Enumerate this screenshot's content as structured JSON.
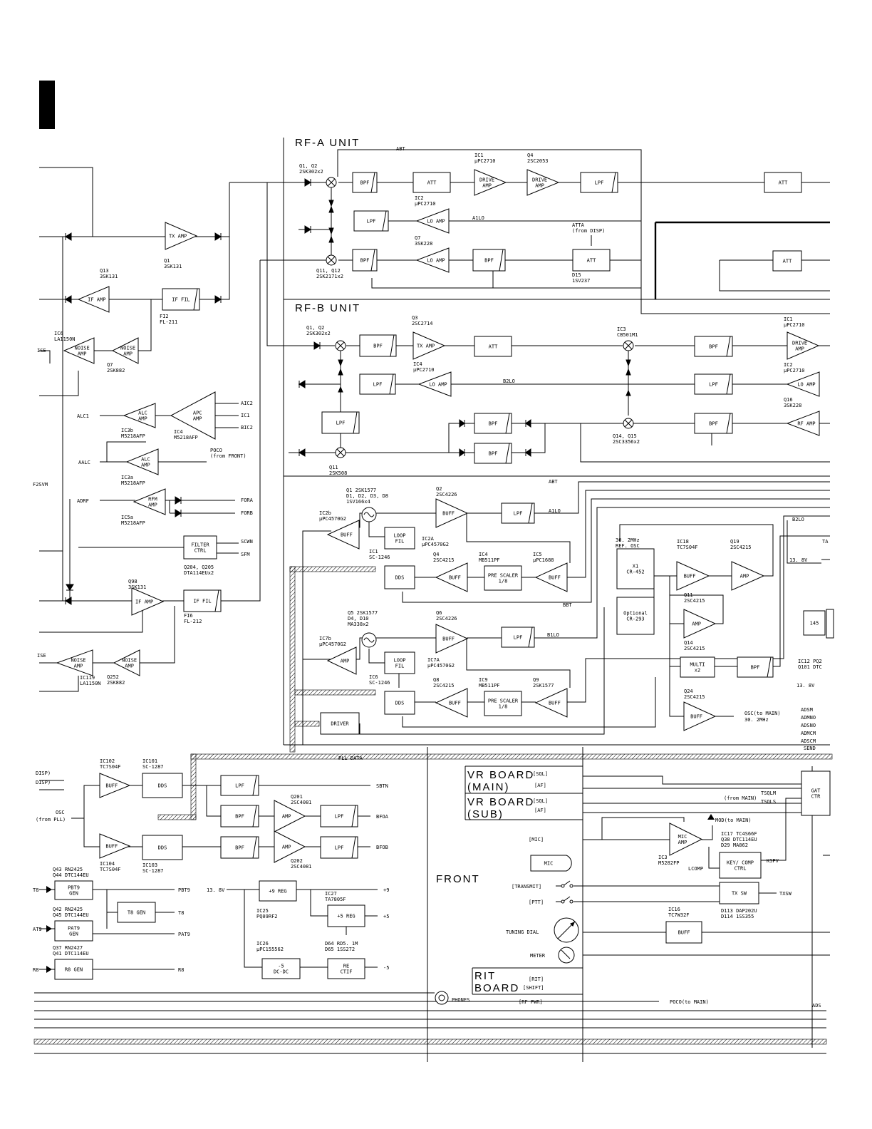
{
  "units": {
    "rf_a": "RF-A UNIT",
    "rf_b": "RF-B UNIT",
    "front": "FRONT"
  },
  "boards": {
    "vr_main": [
      "VR BOARD",
      "(MAIN)"
    ],
    "vr_sub": [
      "VR BOARD",
      "(SUB)"
    ],
    "rit": [
      "RIT",
      "BOARD"
    ]
  },
  "blocks": [
    {
      "id": "a_bpf1",
      "label": "BPF"
    },
    {
      "id": "a_att1",
      "label": "ATT"
    },
    {
      "id": "a_drive1",
      "label": "DRIVE AMP"
    },
    {
      "id": "a_drive2",
      "label": "DRIVE AMP"
    },
    {
      "id": "a_lpf1",
      "label": "LPF"
    },
    {
      "id": "a_att_r",
      "label": "ATT"
    },
    {
      "id": "a_lpf2",
      "label": "LPF"
    },
    {
      "id": "a_loamp1",
      "label": "LO AMP"
    },
    {
      "id": "a_bpf2",
      "label": "BPF"
    },
    {
      "id": "a_loamp2",
      "label": "LO AMP"
    },
    {
      "id": "a_bpf3",
      "label": "BPF"
    },
    {
      "id": "a_att2",
      "label": "ATT"
    },
    {
      "id": "a_att_r2",
      "label": "ATT"
    },
    {
      "id": "b_bpf1",
      "label": "BPF"
    },
    {
      "id": "b_txamp",
      "label": "TX AMP"
    },
    {
      "id": "b_att",
      "label": "ATT"
    },
    {
      "id": "b_bpf_r",
      "label": "BPF"
    },
    {
      "id": "b_drive",
      "label": "DRIVE AMP"
    },
    {
      "id": "b_lpf1",
      "label": "LPF"
    },
    {
      "id": "b_loamp",
      "label": "LO AMP"
    },
    {
      "id": "b_lpf_r",
      "label": "LPF"
    },
    {
      "id": "b_loamp_r",
      "label": "LO AMP"
    },
    {
      "id": "b_lpf2",
      "label": "LPF"
    },
    {
      "id": "b_bpf2",
      "label": "BPF"
    },
    {
      "id": "b_bpf3",
      "label": "BPF"
    },
    {
      "id": "b_bpf_r2",
      "label": "BPF"
    },
    {
      "id": "b_rfamp",
      "label": "RF AMP"
    },
    {
      "id": "l_txamp",
      "label": "TX AMP"
    },
    {
      "id": "l_ifamp1",
      "label": "IF AMP"
    },
    {
      "id": "l_iffil1",
      "label": "IF FIL"
    },
    {
      "id": "l_noise1",
      "label": "NOISE AMP"
    },
    {
      "id": "l_noise2",
      "label": "NOISE AMP"
    },
    {
      "id": "l_alc1",
      "label": "ALC AMP"
    },
    {
      "id": "l_apc",
      "label": "APC AMP"
    },
    {
      "id": "l_alc2",
      "label": "ALC AMP"
    },
    {
      "id": "l_rfm",
      "label": "RFM AMP"
    },
    {
      "id": "l_filter",
      "label": "FILTER CTRL"
    },
    {
      "id": "l_ifamp2",
      "label": "IF AMP"
    },
    {
      "id": "l_iffil2",
      "label": "IF FIL"
    },
    {
      "id": "l_noise3",
      "label": "NOISE AMP"
    },
    {
      "id": "l_noise4",
      "label": "NOISE AMP"
    },
    {
      "id": "p_buff1",
      "label": "BUFF"
    },
    {
      "id": "p_loop1",
      "label": "LOOP FIL"
    },
    {
      "id": "p_buff2",
      "label": "BUFF"
    },
    {
      "id": "p_lpf1",
      "label": "LPF"
    },
    {
      "id": "p_dds1",
      "label": "DDS"
    },
    {
      "id": "p_buff3",
      "label": "BUFF"
    },
    {
      "id": "p_pre1",
      "label": "PRE SCALER 1/8"
    },
    {
      "id": "p_buff4",
      "label": "BUFF"
    },
    {
      "id": "p_amp1",
      "label": "AMP"
    },
    {
      "id": "p_loop2",
      "label": "LOOP FIL"
    },
    {
      "id": "p_buff5",
      "label": "BUFF"
    },
    {
      "id": "p_lpf2",
      "label": "LPF"
    },
    {
      "id": "p_dds2",
      "label": "DDS"
    },
    {
      "id": "p_buff6",
      "label": "BUFF"
    },
    {
      "id": "p_pre2",
      "label": "PRE SCALER 1/8"
    },
    {
      "id": "p_buff7",
      "label": "BUFF"
    },
    {
      "id": "p_driver",
      "label": "DRIVER"
    },
    {
      "id": "o_x1",
      "label": "X1 CR-452"
    },
    {
      "id": "o_opt",
      "label": "Optional CR-293"
    },
    {
      "id": "o_buff1",
      "label": "BUFF"
    },
    {
      "id": "o_amp1",
      "label": "AMP"
    },
    {
      "id": "o_amp2",
      "label": "AMP"
    },
    {
      "id": "o_multi",
      "label": "MULTI x2"
    },
    {
      "id": "o_bpf",
      "label": "BPF"
    },
    {
      "id": "o_buff2",
      "label": "BUFF"
    },
    {
      "id": "d_buff1",
      "label": "BUFF"
    },
    {
      "id": "d_dds1",
      "label": "DDS"
    },
    {
      "id": "d_lpf1",
      "label": "LPF"
    },
    {
      "id": "d_bpf1",
      "label": "BPF"
    },
    {
      "id": "d_amp1",
      "label": "AMP"
    },
    {
      "id": "d_lpf2",
      "label": "LPF"
    },
    {
      "id": "d_buff2",
      "label": "BUFF"
    },
    {
      "id": "d_dds2",
      "label": "DDS"
    },
    {
      "id": "d_bpf2",
      "label": "BPF"
    },
    {
      "id": "d_amp2",
      "label": "AMP"
    },
    {
      "id": "d_lpf3",
      "label": "LPF"
    },
    {
      "id": "g_pbt9",
      "label": "PBT9 GEN"
    },
    {
      "id": "g_t8",
      "label": "T8 GEN"
    },
    {
      "id": "g_pat9",
      "label": "PAT9 GEN"
    },
    {
      "id": "g_r8",
      "label": "R8 GEN"
    },
    {
      "id": "r_9reg",
      "label": "+9 REG"
    },
    {
      "id": "r_5reg",
      "label": "+5 REG"
    },
    {
      "id": "r_dcdc",
      "label": "-5 DC-DC"
    },
    {
      "id": "r_rectif",
      "label": "RE CTIF"
    },
    {
      "id": "f_mic",
      "label": "MIC"
    },
    {
      "id": "f_micamp",
      "label": "MIC AMP"
    },
    {
      "id": "f_key",
      "label": "KEY/ COMP CTRL"
    },
    {
      "id": "f_txsw",
      "label": "TX SW"
    },
    {
      "id": "f_buff",
      "label": "BUFF"
    },
    {
      "id": "f_gat",
      "label": "GAT CTR"
    },
    {
      "id": "f_145",
      "label": "145"
    }
  ],
  "parts": [
    {
      "id": "a_q1q2",
      "lines": [
        "Q1, Q2",
        "2SK302x2"
      ]
    },
    {
      "id": "a_ic1",
      "lines": [
        "IC1",
        "μPC2710"
      ]
    },
    {
      "id": "a_q4",
      "lines": [
        "Q4",
        "2SC2053"
      ]
    },
    {
      "id": "a_ic2",
      "lines": [
        "IC2",
        "μPC2710"
      ]
    },
    {
      "id": "a_q7",
      "lines": [
        "Q7",
        "3SK228"
      ]
    },
    {
      "id": "a_q11",
      "lines": [
        "Q11, Q12",
        "2SK2171x2"
      ]
    },
    {
      "id": "a_d15",
      "lines": [
        "D15",
        "1SV237"
      ]
    },
    {
      "id": "a_atta",
      "lines": [
        "ATTA",
        "(from DISP)"
      ]
    },
    {
      "id": "b_q1q2",
      "lines": [
        "Q1, Q2",
        "2SK302x2"
      ]
    },
    {
      "id": "b_q3",
      "lines": [
        "Q3",
        "2SC2714"
      ]
    },
    {
      "id": "b_ic4",
      "lines": [
        "IC4",
        "μPC2710"
      ]
    },
    {
      "id": "b_ic3",
      "lines": [
        "IC3",
        "CB501M1"
      ]
    },
    {
      "id": "b_ic1",
      "lines": [
        "IC1",
        "μPC2710"
      ]
    },
    {
      "id": "b_ic2",
      "lines": [
        "IC2",
        "μPC2710"
      ]
    },
    {
      "id": "b_q16",
      "lines": [
        "Q16",
        "3SK228"
      ]
    },
    {
      "id": "b_q11",
      "lines": [
        "Q11",
        "2SK508"
      ]
    },
    {
      "id": "b_q14",
      "lines": [
        "Q14, Q15",
        "2SC3356x2"
      ]
    },
    {
      "id": "l_q1",
      "lines": [
        "Q1",
        "3SK131"
      ]
    },
    {
      "id": "l_q13",
      "lines": [
        "Q13",
        "3SK131"
      ]
    },
    {
      "id": "l_fi2",
      "lines": [
        "FI2",
        "FL-211"
      ]
    },
    {
      "id": "l_ic6",
      "lines": [
        "IC6",
        "LA1150N"
      ]
    },
    {
      "id": "l_q7",
      "lines": [
        "Q7",
        "2SK882"
      ]
    },
    {
      "id": "l_ic3b",
      "lines": [
        "IC3b",
        "M5218AFP"
      ]
    },
    {
      "id": "l_ic4",
      "lines": [
        "IC4",
        "M5218AFP"
      ]
    },
    {
      "id": "l_ic3a",
      "lines": [
        "IC3a",
        "M5218AFP"
      ]
    },
    {
      "id": "l_ic5a",
      "lines": [
        "IC5a",
        "M5218AFP"
      ]
    },
    {
      "id": "l_q204",
      "lines": [
        "Q204, Q205",
        "DTA114EUx2"
      ]
    },
    {
      "id": "l_q98",
      "lines": [
        "Q98",
        "3SK131"
      ]
    },
    {
      "id": "l_fi6",
      "lines": [
        "FI6",
        "FL-212"
      ]
    },
    {
      "id": "l_ic119",
      "lines": [
        "IC119",
        "LA1150N"
      ]
    },
    {
      "id": "l_q252",
      "lines": [
        "Q252",
        "2SK882"
      ]
    },
    {
      "id": "p_q1",
      "lines": [
        "Q1 2SK1577",
        "D1, D2, D3, D8",
        "1SV166x4"
      ]
    },
    {
      "id": "p_q2",
      "lines": [
        "Q2",
        "2SC4226"
      ]
    },
    {
      "id": "p_ic2b",
      "lines": [
        "IC2b",
        "μPC4570G2"
      ]
    },
    {
      "id": "p_ic2a",
      "lines": [
        "IC2A",
        "μPC4570G2"
      ]
    },
    {
      "id": "p_ic1",
      "lines": [
        "IC1",
        "SC-1246"
      ]
    },
    {
      "id": "p_q4",
      "lines": [
        "Q4",
        "2SC4215"
      ]
    },
    {
      "id": "p_ic4",
      "lines": [
        "IC4",
        "MB511PF"
      ]
    },
    {
      "id": "p_ic5",
      "lines": [
        "IC5",
        "μPC1688"
      ]
    },
    {
      "id": "p_q5",
      "lines": [
        "Q5 2SK1577",
        "D4, D10",
        "MA338x2"
      ]
    },
    {
      "id": "p_q6",
      "lines": [
        "Q6",
        "2SC4226"
      ]
    },
    {
      "id": "p_ic7b",
      "lines": [
        "IC7b",
        "μPC4570G2"
      ]
    },
    {
      "id": "p_ic7a",
      "lines": [
        "IC7A",
        "μPC4570G2"
      ]
    },
    {
      "id": "p_ic6",
      "lines": [
        "IC6",
        "SC-1246"
      ]
    },
    {
      "id": "p_q8",
      "lines": [
        "Q8",
        "2SC4215"
      ]
    },
    {
      "id": "p_ic9",
      "lines": [
        "IC9",
        "MB511PF"
      ]
    },
    {
      "id": "p_q9",
      "lines": [
        "Q9",
        "2SK1577"
      ]
    },
    {
      "id": "o_ref",
      "lines": [
        "30. 2MHz",
        "REF. OSC"
      ]
    },
    {
      "id": "o_ic18",
      "lines": [
        "IC18",
        "TC7S04F"
      ]
    },
    {
      "id": "o_q19",
      "lines": [
        "Q19",
        "2SC4215"
      ]
    },
    {
      "id": "o_q11",
      "lines": [
        "Q11",
        "2SC4215"
      ]
    },
    {
      "id": "o_q14",
      "lines": [
        "Q14",
        "2SC4215"
      ]
    },
    {
      "id": "o_q24",
      "lines": [
        "Q24",
        "2SC4215"
      ]
    },
    {
      "id": "o_ic12",
      "lines": [
        "IC12 PQ2",
        "Q101 DTC"
      ]
    },
    {
      "id": "d_ic102",
      "lines": [
        "IC102",
        "TC7S04F"
      ]
    },
    {
      "id": "d_ic101",
      "lines": [
        "IC101",
        "SC-1287"
      ]
    },
    {
      "id": "d_q201",
      "lines": [
        "Q201",
        "2SC4081"
      ]
    },
    {
      "id": "d_ic104",
      "lines": [
        "IC104",
        "TC7S04F"
      ]
    },
    {
      "id": "d_ic103",
      "lines": [
        "IC103",
        "SC-1287"
      ]
    },
    {
      "id": "d_q202",
      "lines": [
        "Q202",
        "2SC4081"
      ]
    },
    {
      "id": "g_q43",
      "lines": [
        "Q43 RN2425",
        "Q44 DTC144EU"
      ]
    },
    {
      "id": "g_q42",
      "lines": [
        "Q42 RN2425",
        "Q45 DTC144EU"
      ]
    },
    {
      "id": "g_q37",
      "lines": [
        "Q37 RN2427",
        "Q41 DTC114EU"
      ]
    },
    {
      "id": "r_ic25",
      "lines": [
        "IC25",
        "PQ09RF2"
      ]
    },
    {
      "id": "r_ic27",
      "lines": [
        "IC27",
        "TA7805F"
      ]
    },
    {
      "id": "r_d64",
      "lines": [
        "D64 RD5. 1M",
        "D65 1SS272"
      ]
    },
    {
      "id": "r_ic26",
      "lines": [
        "IC26",
        "μPC155562"
      ]
    },
    {
      "id": "f_ic17",
      "lines": [
        "IC17 TC4S66F",
        "Q38 DTC114EU",
        "D29 MA862"
      ]
    },
    {
      "id": "f_ic3",
      "lines": [
        "IC3",
        "M5282FP"
      ]
    },
    {
      "id": "f_ic16",
      "lines": [
        "IC16",
        "TC7W32F"
      ]
    },
    {
      "id": "f_d113",
      "lines": [
        "D113 DAP202U",
        "D114 1SS355"
      ]
    }
  ],
  "signals": {
    "abt": "ABT",
    "a1lo": "A1LO",
    "b2lo": "B2LO",
    "abt2": "ABT",
    "a1lo2": "A1LO",
    "b1lo": "B1LO",
    "bbt": "BBT",
    "b2lo2": "B2LO",
    "aic2": "AIC2",
    "ic1": "IC1",
    "bic2": "BIC2",
    "alc1": "ALC1",
    "aalc": "AALC",
    "poco": "POCO",
    "poco_from": "(from FRONT)",
    "adrf": "ADRF",
    "fora": "FORA",
    "forb": "FORB",
    "scwn": "SCWN",
    "sfm": "SFM",
    "sbtn": "SBTN",
    "bfoa": "BFOA",
    "bfob": "BFOB",
    "osc": "OSC",
    "osc_from": "(from PLL)",
    "pbt9": "PBT9",
    "t8": "T8",
    "pat9": "PAT9",
    "r8": "R8",
    "v138": "13. 8V",
    "p9": "+9",
    "p5": "+5",
    "m5": "-5",
    "pll_data": "PLL DATA",
    "osc_main": "OSC(to MAIN)",
    "osc_30": "30. 2MHz",
    "v138b": "13. 8V",
    "v138c": "13. 8V",
    "sql1": "[SQL]",
    "af1": "[AF]",
    "sql2": "[SQL]",
    "af2": "[AF]",
    "mic_in": "[MIC]",
    "transmit": "[TRANSMIT]",
    "ptt": "[PTT]",
    "tuning": "TUNING DIAL",
    "meter": "METER",
    "rit": "[RIT]",
    "shift": "[SHIFT]",
    "rfpwr": "[RF PWR]",
    "phones": "PHONES",
    "poco_main": "POCO(to MAIN)",
    "mod_main": "MOD(to MAIN)",
    "from_main": "(from MAIN)",
    "tsqlm": "TSQLM",
    "tsqls": "TSQLS",
    "lcomp": "LCOMP",
    "kspv": "KSPV",
    "txsw": "TXSW",
    "adsm": "ADSM",
    "admno": "ADMNO",
    "adsno": "ADSNO",
    "admcm": "ADMCM",
    "adscm": "ADSCM",
    "send": "SEND",
    "ads": "ADS",
    "disp1": "DISP)",
    "disp2": "DISP)",
    "t8l": "T8",
    "pat9l": "AT9",
    "r8l": "R8",
    "ffsvm": "F2SVM",
    "ise": "ISE",
    "ise2": "ISE",
    "ta": "TA"
  }
}
